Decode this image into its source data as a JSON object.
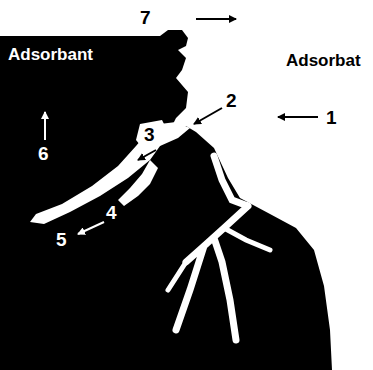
{
  "diagram": {
    "labels": [
      "7",
      "Adsorbant",
      "Adsorbat",
      "2",
      "1",
      "3",
      "6",
      "4",
      "5"
    ]
  }
}
